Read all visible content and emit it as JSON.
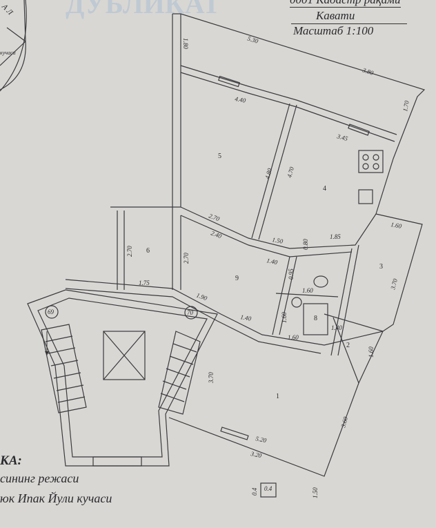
{
  "watermark": "ДУБЛИКАТ",
  "header": {
    "cadastre": "0001 Кадастр рақами",
    "floor": "Кавати",
    "scale": "Масштаб 1:100"
  },
  "compass": {
    "label": "А Л",
    "street": "кучаси"
  },
  "legend": {
    "title": "КА:",
    "line1": "сининг режаси",
    "line2": "юк Ипак Йули кучаси"
  },
  "rooms": [
    "1",
    "2",
    "3",
    "4",
    "5",
    "6",
    "8",
    "9"
  ],
  "stair_numbers": [
    "69",
    "70"
  ],
  "dims": [
    "1.80",
    "5.30",
    "3.80",
    "1.70",
    "4.40",
    "3.45",
    "4.80",
    "4.70",
    "2.70",
    "2.40",
    "1.50",
    "0.80",
    "1.85",
    "1.60",
    "3.70",
    "2.70",
    "2.70",
    "1.40",
    "0.95",
    "1.60",
    "1.75",
    "1.90",
    "1.60",
    "1.40",
    "1.40",
    "1.60",
    "1.60",
    "3.70",
    "3.60",
    "5.20",
    "3.20",
    "0.4",
    "0.4",
    "1.50"
  ]
}
